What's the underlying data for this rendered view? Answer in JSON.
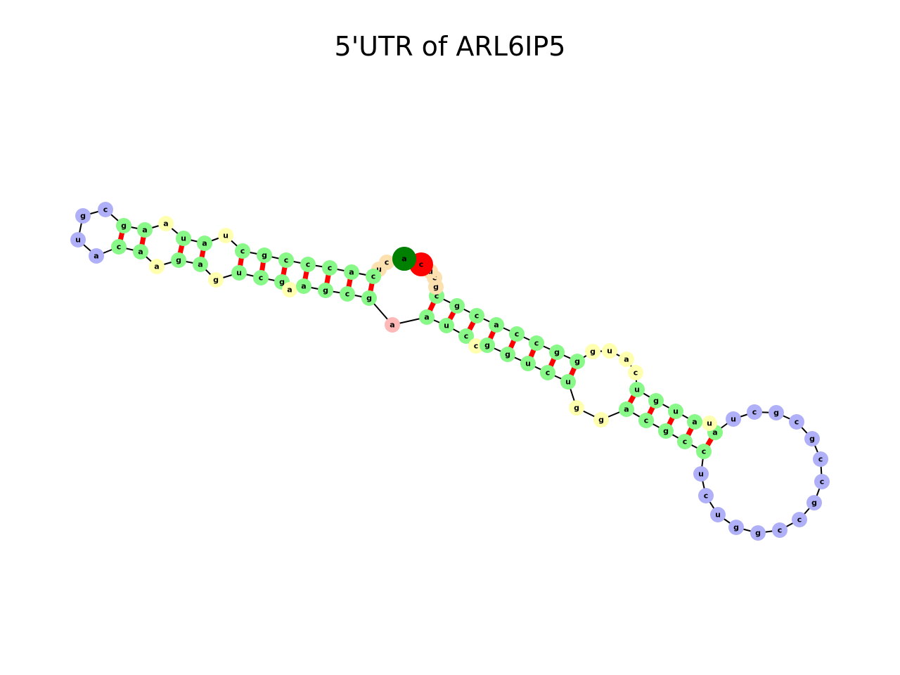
{
  "title": "5'UTR of ARL6IP5",
  "colors": {
    "stem": "#88f888",
    "hairpin": "#b0b0f8",
    "internal_loop": "#ffffb0",
    "multiloop": "#fde0b0",
    "bulge": "#ffb8b8",
    "start_codon": "#008000",
    "stop_marker": "#ff0000",
    "backbone": "#000000",
    "pair_bond": "#ff0000"
  },
  "nucleotides": [
    "c",
    "g",
    "a",
    "c",
    "u",
    "c",
    "a",
    "c",
    "c",
    "c",
    "g",
    "c",
    "u",
    "a",
    "u",
    "a",
    "a",
    "g",
    "c",
    "g",
    "u",
    "a",
    "c",
    "a",
    "a",
    "g",
    "a",
    "g",
    "u",
    "c",
    "g",
    "a",
    "a",
    "g",
    "c",
    "g",
    "a",
    "a",
    "u",
    "c",
    "c",
    "g",
    "g",
    "u",
    "c",
    "u",
    "g",
    "g",
    "a",
    "c",
    "g",
    "c",
    "c",
    "u",
    "c",
    "u",
    "g",
    "g",
    "c",
    "c",
    "g",
    "c",
    "c",
    "g",
    "c",
    "g",
    "c",
    "u",
    "a",
    "u",
    "a",
    "u",
    "g",
    "u",
    "c",
    "a",
    "u",
    "g",
    "g",
    "g",
    "c",
    "c",
    "a",
    "c",
    "g",
    "c",
    "g",
    "c",
    "u",
    "c",
    "u",
    "a",
    "u",
    "g",
    "g",
    "a",
    "c",
    "g",
    "g",
    "a",
    "c",
    "u",
    "c"
  ]
}
